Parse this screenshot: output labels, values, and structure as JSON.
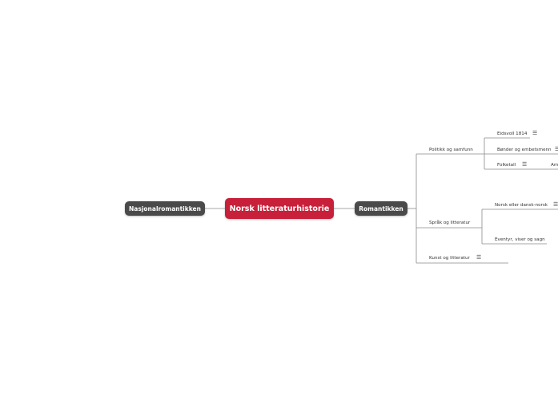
{
  "central": {
    "label": "Norsk litteraturhistorie"
  },
  "left_branches": [
    {
      "label": "Nasjonalromantikken"
    }
  ],
  "right_branches": [
    {
      "label": "Romantikken",
      "children": [
        {
          "label": "Politikk og samfunn",
          "children": [
            {
              "label": "Eidsvoll 1814",
              "has_note": true
            },
            {
              "label": "Bønder og embetsmenn",
              "has_note": true
            },
            {
              "label": "Folketall",
              "has_note": true,
              "extra": "Am"
            }
          ]
        },
        {
          "label": "Språk og litteratur",
          "children": [
            {
              "label": "Norsk eller dansk-norsk",
              "has_note": true
            },
            {
              "label": "Eventyr, viser og sagn",
              "has_note": false
            }
          ]
        },
        {
          "label": "Kunst og litteratur",
          "has_note": true,
          "children": []
        }
      ]
    }
  ],
  "icons": {
    "note": "notes-icon"
  },
  "colors": {
    "central": "#c8203a",
    "main": "#4a4a4a",
    "line": "#8a8a8a"
  }
}
